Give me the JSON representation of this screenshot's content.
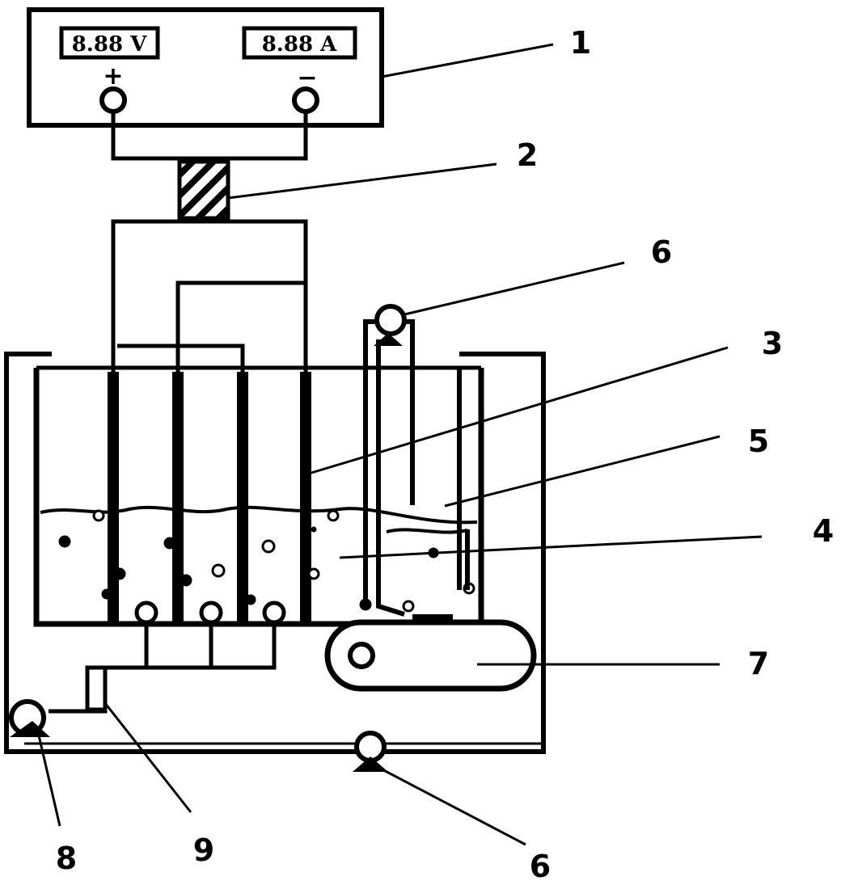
{
  "power_supply": {
    "voltage_display": "8.88 V",
    "current_display": "8.88 A",
    "positive_symbol": "+",
    "negative_symbol": "−"
  },
  "labels": {
    "l1": "1",
    "l2": "2",
    "l3": "3",
    "l4": "4",
    "l5": "5",
    "l6_top": "6",
    "l6_bottom": "6",
    "l7": "7",
    "l8": "8",
    "l9": "9"
  },
  "colors": {
    "line": "#000000",
    "background": "#ffffff"
  }
}
